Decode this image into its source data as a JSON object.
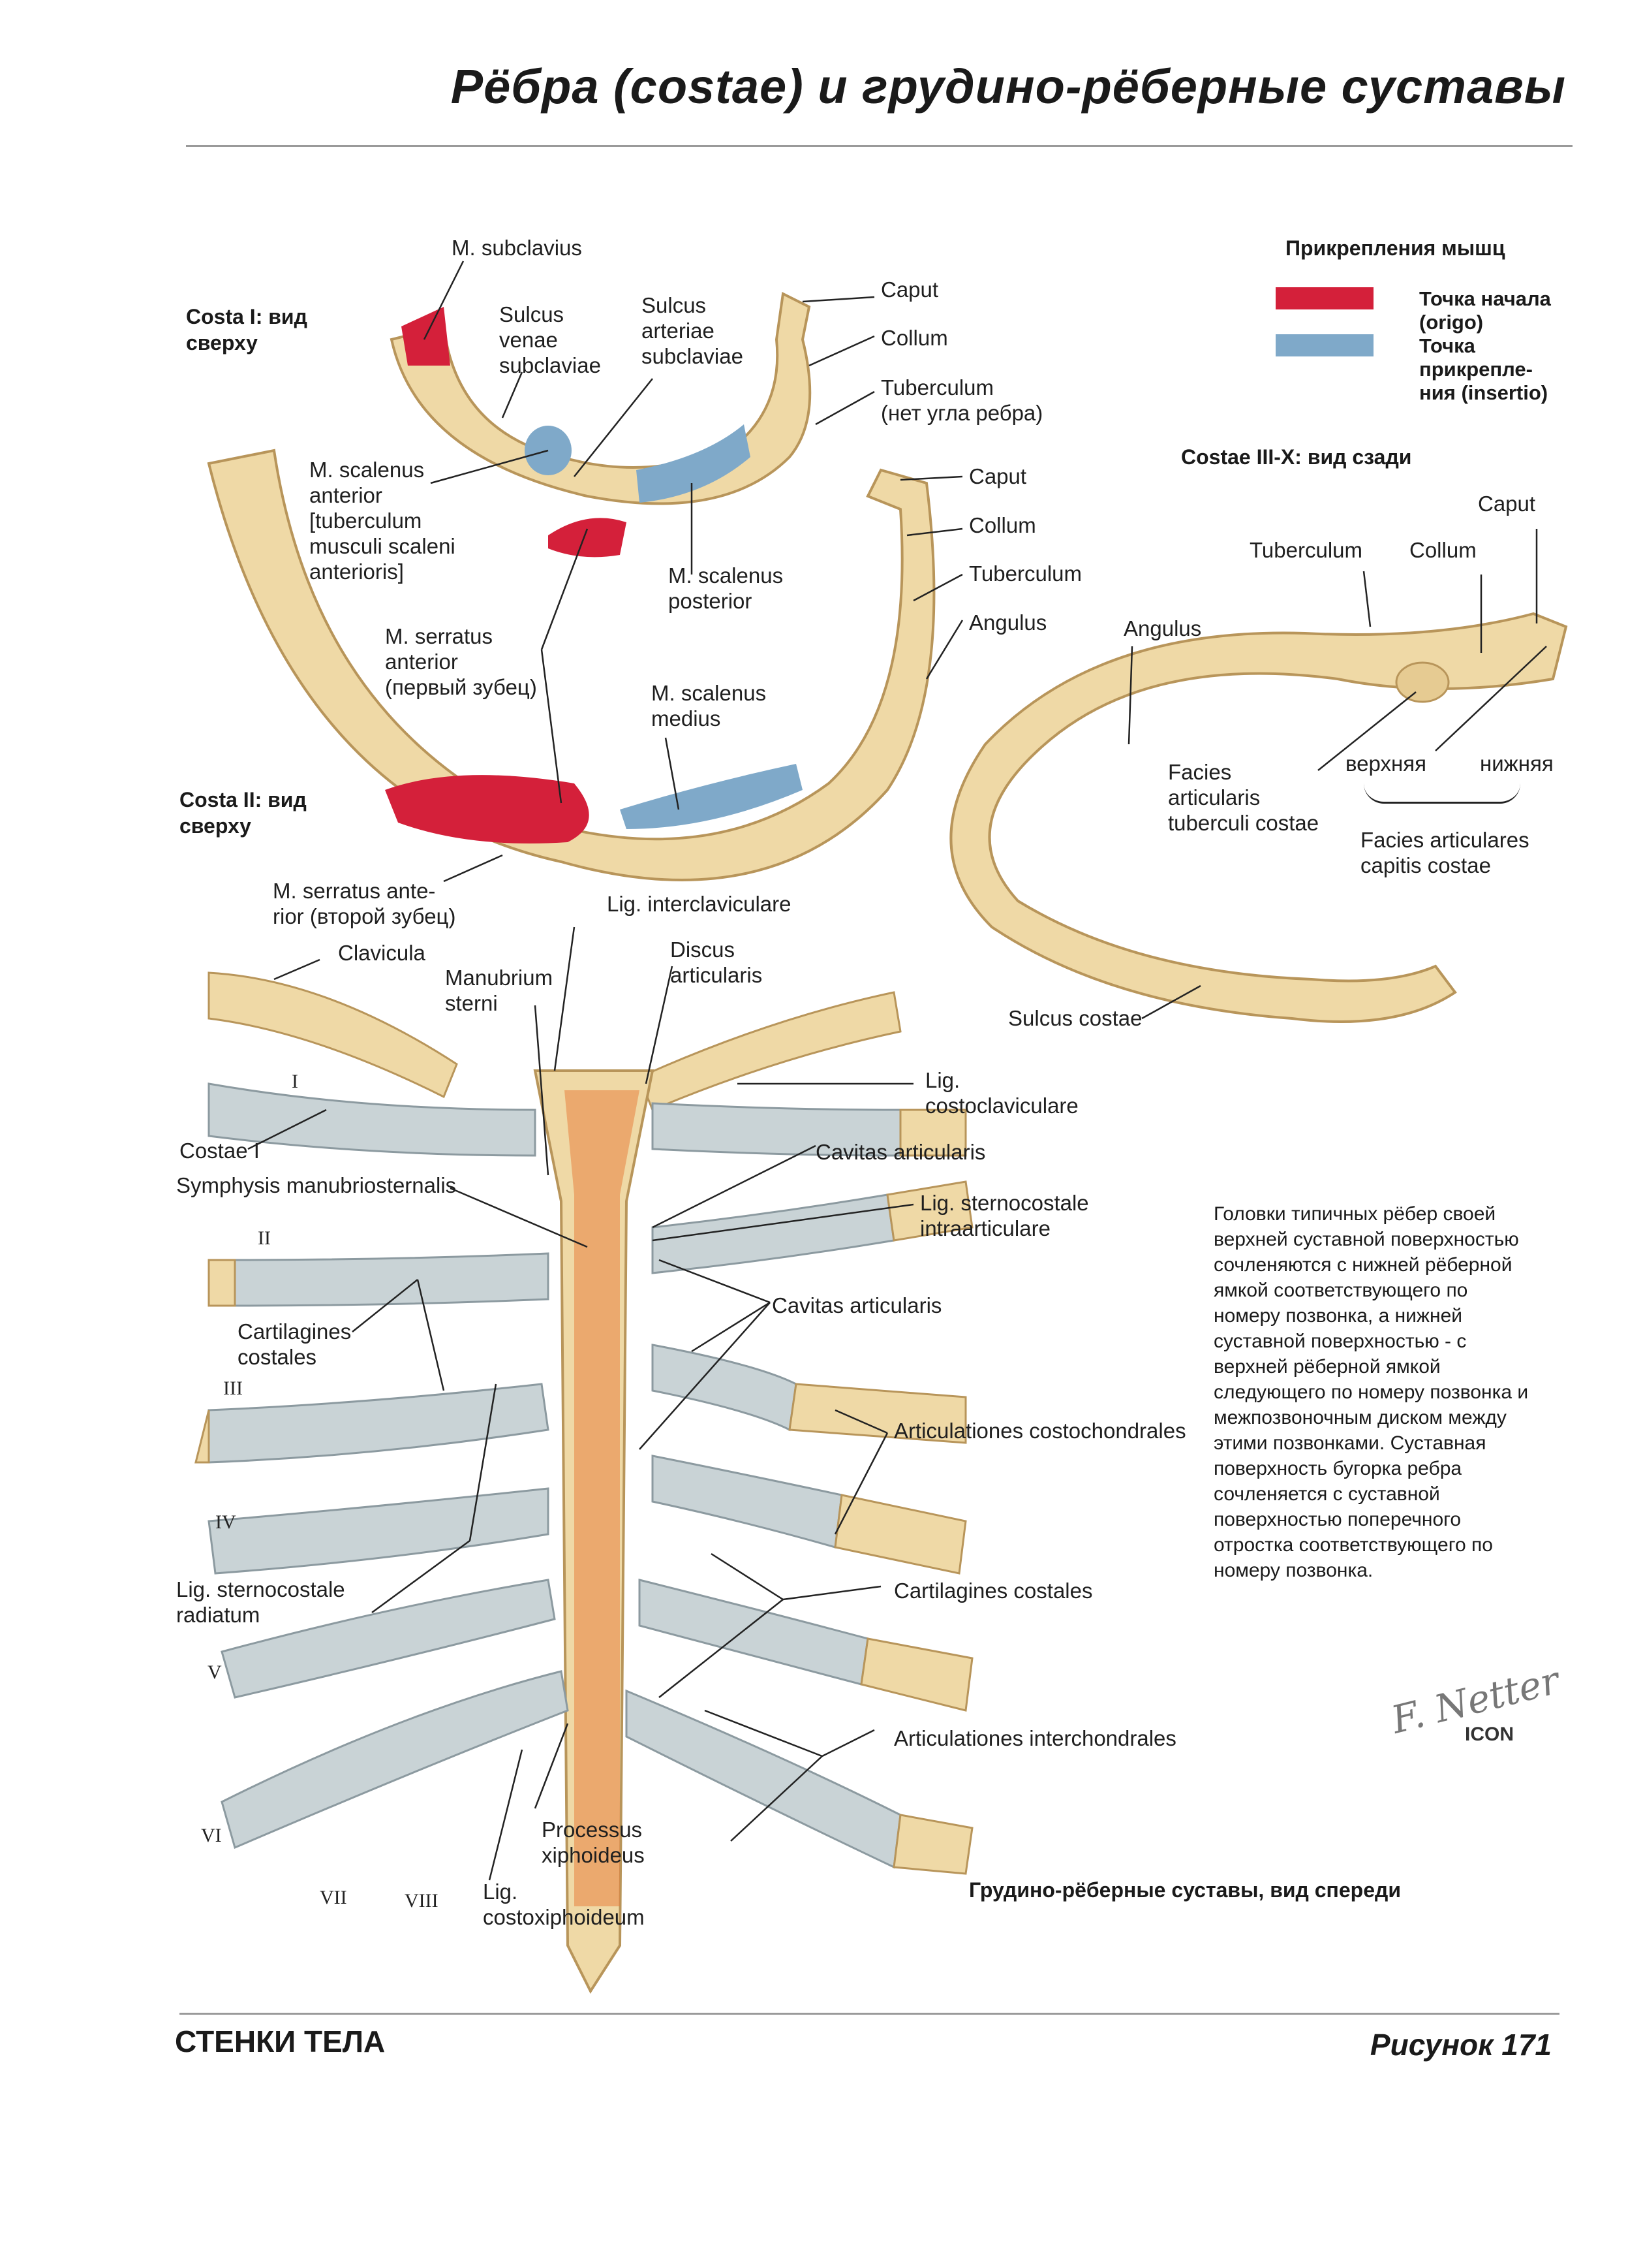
{
  "title": "Рёбра (costae) и грудино-рёберные суставы",
  "colors": {
    "bone": "#efd9a6",
    "bone_shade": "#d8b77a",
    "origin_red": "#d4203a",
    "insertion_blue": "#7fa9c9",
    "cartilage": "#c9d3d6",
    "marrow": "#e8823f"
  },
  "legend": {
    "title": "Прикрепления мышц",
    "origin": "Точка начала\n(origo)",
    "insertion": "Точка\nприкрепле-\nния (insertio)"
  },
  "view_labels": {
    "costa1": "Costa I: вид\nсверху",
    "costa2": "Costa II: вид\nсверху",
    "posterior": "Costae III-X: вид сзади",
    "anterior": "Грудино-рёберные суставы, вид спереди"
  },
  "labels": {
    "subclavius": "M. subclavius",
    "sulcus_venae": "Sulcus\nvenae\nsubclaviae",
    "sulcus_arteriae": "Sulcus\narteriae\nsubclaviae",
    "caput1": "Caput",
    "collum1": "Collum",
    "tuberculum1": "Tuberculum\n(нет угла ребра)",
    "scalenus_anterior": "M. scalenus\nanterior\n[tuberculum\nmusculi scaleni\nanterioris]",
    "caput2": "Caput",
    "collum2": "Collum",
    "tuberculum2": "Tuberculum",
    "angulus2": "Angulus",
    "scalenus_posterior": "M. scalenus\nposterior",
    "serratus_anterior_1": "M. serratus\nanterior\n(первый зубец)",
    "scalenus_medius": "M. scalenus\nmedius",
    "serratus_anterior_2": "M. serratus ante-\nrior (второй зубец)",
    "p_tuberculum": "Tuberculum",
    "p_collum": "Collum",
    "p_caput": "Caput",
    "p_angulus": "Angulus",
    "p_facies_tuberculi": "Facies\narticularis\ntuberculi costae",
    "p_upper": "верхняя",
    "p_lower": "нижняя",
    "p_facies_capitis": "Facies articulares\ncapitis costae",
    "p_sulcus": "Sulcus costae",
    "lig_interclaviculare": "Lig. interclaviculare",
    "clavicula": "Clavicula",
    "manubrium": "Manubrium\nsterni",
    "discus": "Discus\narticularis",
    "lig_costoclaviculare": "Lig.\ncostoclaviculare",
    "costae_i": "Costae I",
    "symphysis": "Symphysis manubriosternalis",
    "cavitas1": "Cavitas articularis",
    "lig_intraarticulare": "Lig. sternocostale\nintraarticulare",
    "cavitas2": "Cavitas articularis",
    "cartilagines1": "Cartilagines\ncostales",
    "articulationes_cc": "Articulationes costochondrales",
    "lig_radiatum": "Lig. sternocostale\nradiatum",
    "cartilagines2": "Cartilagines costales",
    "articulationes_ic": "Articulationes interchondrales",
    "processus": "Processus\nxiphoideus",
    "lig_costoxiphoideum": "Lig.\ncostoxiphoideum"
  },
  "roman": [
    "I",
    "II",
    "III",
    "IV",
    "V",
    "VI",
    "VII",
    "VIII"
  ],
  "paragraph": "Головки типичных рёбер своей\nверхней суставной поверхностью\nсочленяются с нижней рёберной\nямкой соответствующего по\nномеру позвонка, а нижней\nсуставной поверхностью - с\nверхней рёберной ямкой\nследующего по номеру позвонка и\nмежпозвоночным диском между\nэтими позвонками. Суставная\nповерхность бугорка ребра\nсочленяется с суставной\nповерхностью поперечного\nотростка соответствующего по\nномеру позвонка.",
  "footer": {
    "section": "СТЕНКИ ТЕЛА",
    "figure": "Рисунок 171"
  },
  "signature": "F. Netter",
  "logo": "ICON"
}
